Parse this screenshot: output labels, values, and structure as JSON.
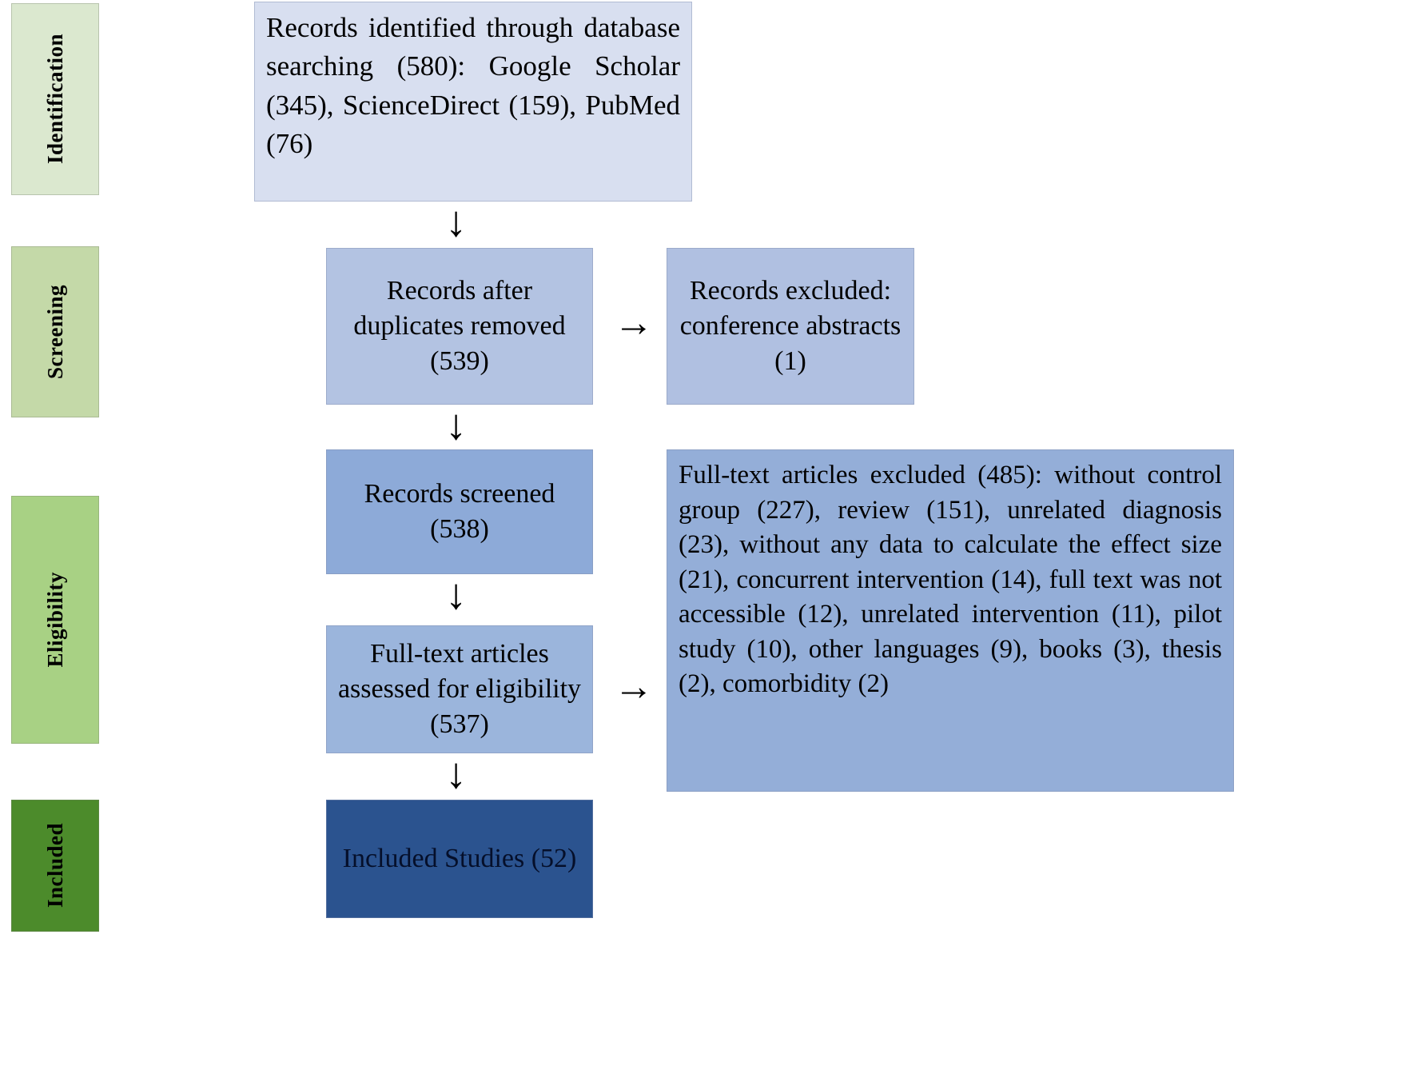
{
  "diagram": {
    "type": "prisma-flow-diagram",
    "stages": [
      {
        "id": "identification",
        "label": "Identification",
        "color": "#dbe8cf"
      },
      {
        "id": "screening",
        "label": "Screening",
        "color": "#c4d9a8"
      },
      {
        "id": "eligibility",
        "label": "Eligibility",
        "color": "#a8d184"
      },
      {
        "id": "included",
        "label": "Included",
        "color": "#4c8b2b"
      }
    ],
    "boxes": {
      "identified": {
        "text": "Records identified through database searching (580): Google Scholar (345), ScienceDirect (159), PubMed (76)",
        "color": "#d8dff0",
        "total": 580,
        "sources": [
          {
            "name": "Google Scholar",
            "count": 345
          },
          {
            "name": "ScienceDirect",
            "count": 159
          },
          {
            "name": "PubMed",
            "count": 76
          }
        ]
      },
      "duplicates_removed": {
        "text": "Records after duplicates removed (539)",
        "color": "#b3c3e2",
        "count": 539
      },
      "records_excluded": {
        "text": "Records excluded: conference abstracts (1)",
        "color": "#b0c0e1",
        "count": 1
      },
      "records_screened": {
        "text": "Records screened (538)",
        "color": "#8daad8",
        "count": 538
      },
      "fulltext_excluded": {
        "text": "Full-text articles excluded (485): without control group (227), review (151), unrelated diagnosis (23), without any data to calculate the effect size (21), concurrent intervention (14), full text was not accessible (12), unrelated intervention (11), pilot study (10), other languages (9), books (3), thesis (2), comorbidity (2)",
        "color": "#94aed8",
        "total": 485,
        "reasons": [
          {
            "reason": "without control group",
            "count": 227
          },
          {
            "reason": "review",
            "count": 151
          },
          {
            "reason": "unrelated diagnosis",
            "count": 23
          },
          {
            "reason": "without any data to calculate the effect size",
            "count": 21
          },
          {
            "reason": "concurrent intervention",
            "count": 14
          },
          {
            "reason": "full text was not accessible",
            "count": 12
          },
          {
            "reason": "unrelated intervention",
            "count": 11
          },
          {
            "reason": "pilot study",
            "count": 10
          },
          {
            "reason": "other languages",
            "count": 9
          },
          {
            "reason": "books",
            "count": 3
          },
          {
            "reason": "thesis",
            "count": 2
          },
          {
            "reason": "comorbidity",
            "count": 2
          }
        ]
      },
      "fulltext_assessed": {
        "text": "Full-text articles assessed for eligibility (537)",
        "color": "#9bb5dc",
        "count": 537
      },
      "included_studies": {
        "text": "Included Studies (52)",
        "color": "#2b538f",
        "count": 52
      }
    },
    "arrows": {
      "down": "↓",
      "right": "→"
    }
  }
}
